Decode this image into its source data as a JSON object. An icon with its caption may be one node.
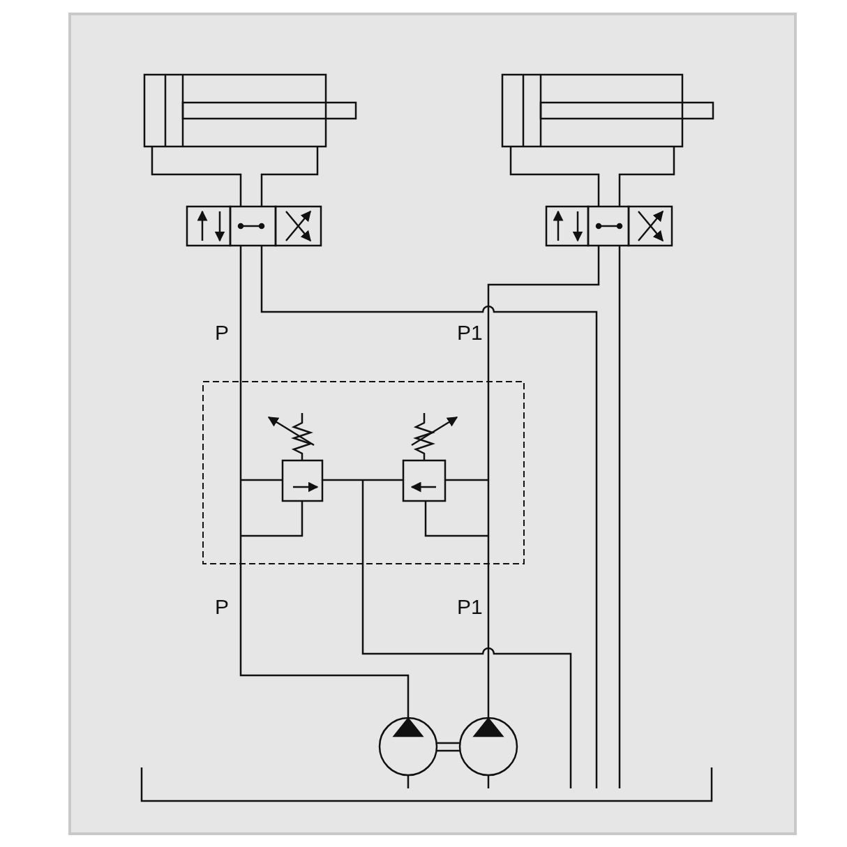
{
  "diagram": {
    "labels": [
      "P",
      "P1",
      "P",
      "P1"
    ]
  }
}
